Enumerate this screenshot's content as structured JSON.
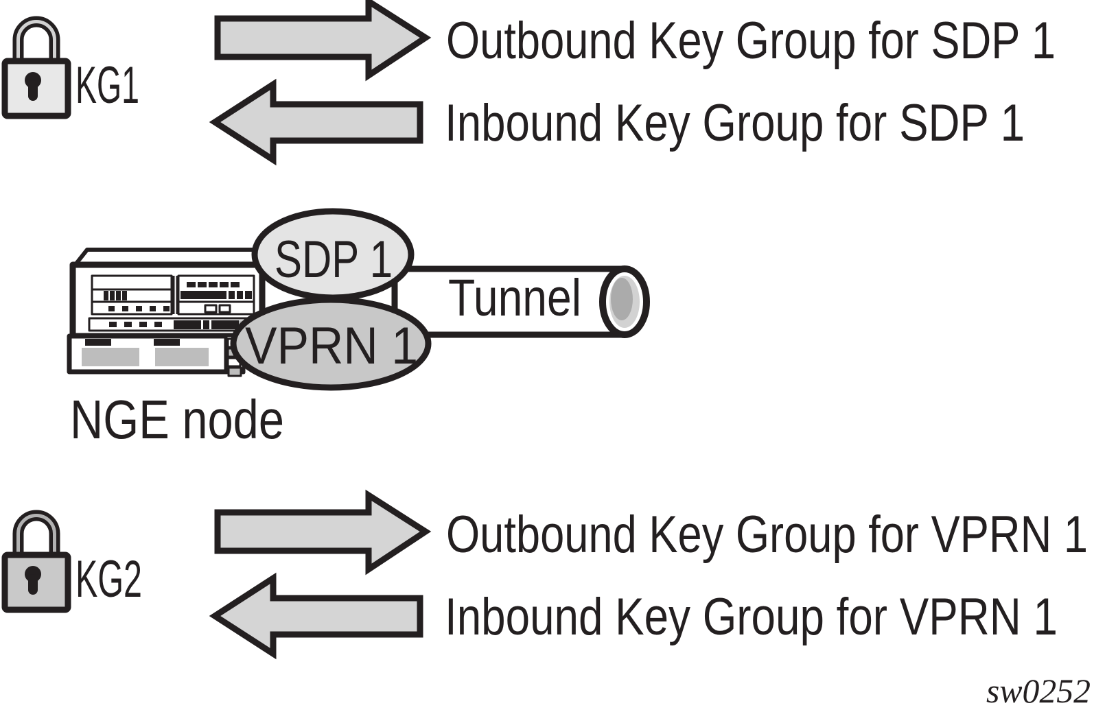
{
  "figure": {
    "key_group_1": {
      "label": "KG1",
      "outbound_label": "Outbound Key Group for SDP 1",
      "inbound_label": "Inbound Key Group for SDP 1"
    },
    "key_group_2": {
      "label": "KG2",
      "outbound_label": "Outbound Key Group for VPRN 1",
      "inbound_label": "Inbound Key Group for VPRN 1"
    },
    "nge_node": {
      "label": "NGE node",
      "sdp_label": "SDP 1",
      "vprn_label": "VPRN 1"
    },
    "tunnel_label": "Tunnel",
    "figure_id": "sw0252",
    "colors": {
      "outline_black": "#231f20",
      "arrow_fill": "#d5d5d5",
      "sdp_ellipse_fill": "#e4e4e4",
      "vprn_ellipse_fill": "#c8c8c8",
      "kg1_lock_fill": "#e8e8e8",
      "kg2_lock_fill": "#c9c9c9",
      "kg1_shackle_inner": "#d2d2d2",
      "kg2_shackle_inner": "#b2b2b2",
      "tunnel_ring_fill": "#d2d2d2",
      "tunnel_core_fill": "#ababab",
      "panel_gray": "#bdbdbd"
    }
  }
}
